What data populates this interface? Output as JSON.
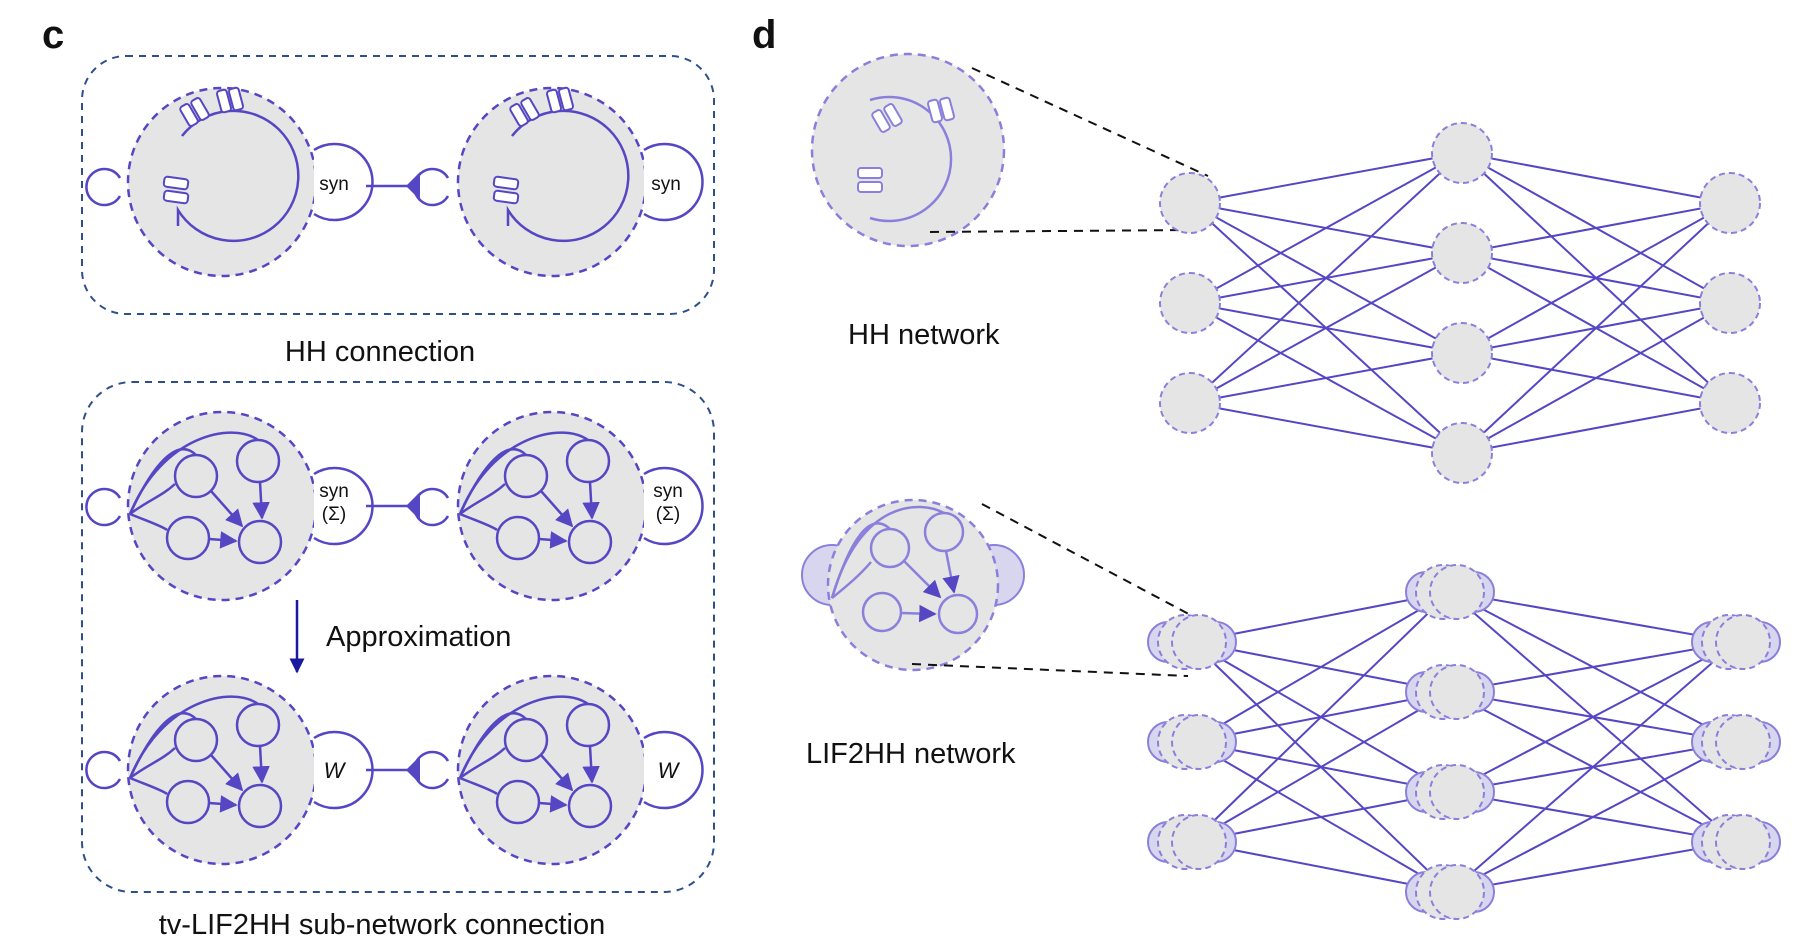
{
  "panels": {
    "c": {
      "letter": "c",
      "hh_caption": "HH connection",
      "syn_label": "syn",
      "syn_sigma_top": "syn",
      "syn_sigma_bottom": "(Σ)",
      "approx_label": "Approximation",
      "w_label": "W",
      "sub_caption": "tv-LIF2HH sub-network connection"
    },
    "d": {
      "letter": "d",
      "hh_network_label": "HH network",
      "lif_network_label": "LIF2HH network"
    }
  },
  "network": {
    "layer_sizes": [
      3,
      4,
      3
    ]
  },
  "colors": {
    "line": "#5546c4",
    "soma_fill": "#e5e5e5",
    "box_dash": "#2f4f8a",
    "arrow": "#1a1aa0",
    "leader": "#111111"
  }
}
